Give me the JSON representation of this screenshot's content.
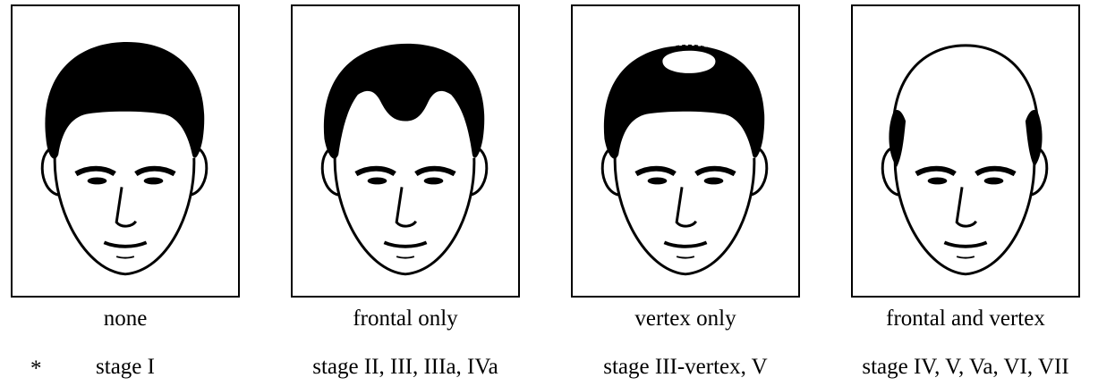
{
  "asterisk": "*",
  "panels": [
    {
      "pattern": "none",
      "stages": "stage I"
    },
    {
      "pattern": "frontal only",
      "stages": "stage II, III, IIIa, IVa"
    },
    {
      "pattern": "vertex only",
      "stages": "stage III-vertex, V"
    },
    {
      "pattern": "frontal and vertex",
      "stages": "stage IV, V, Va, VI, VII"
    }
  ]
}
